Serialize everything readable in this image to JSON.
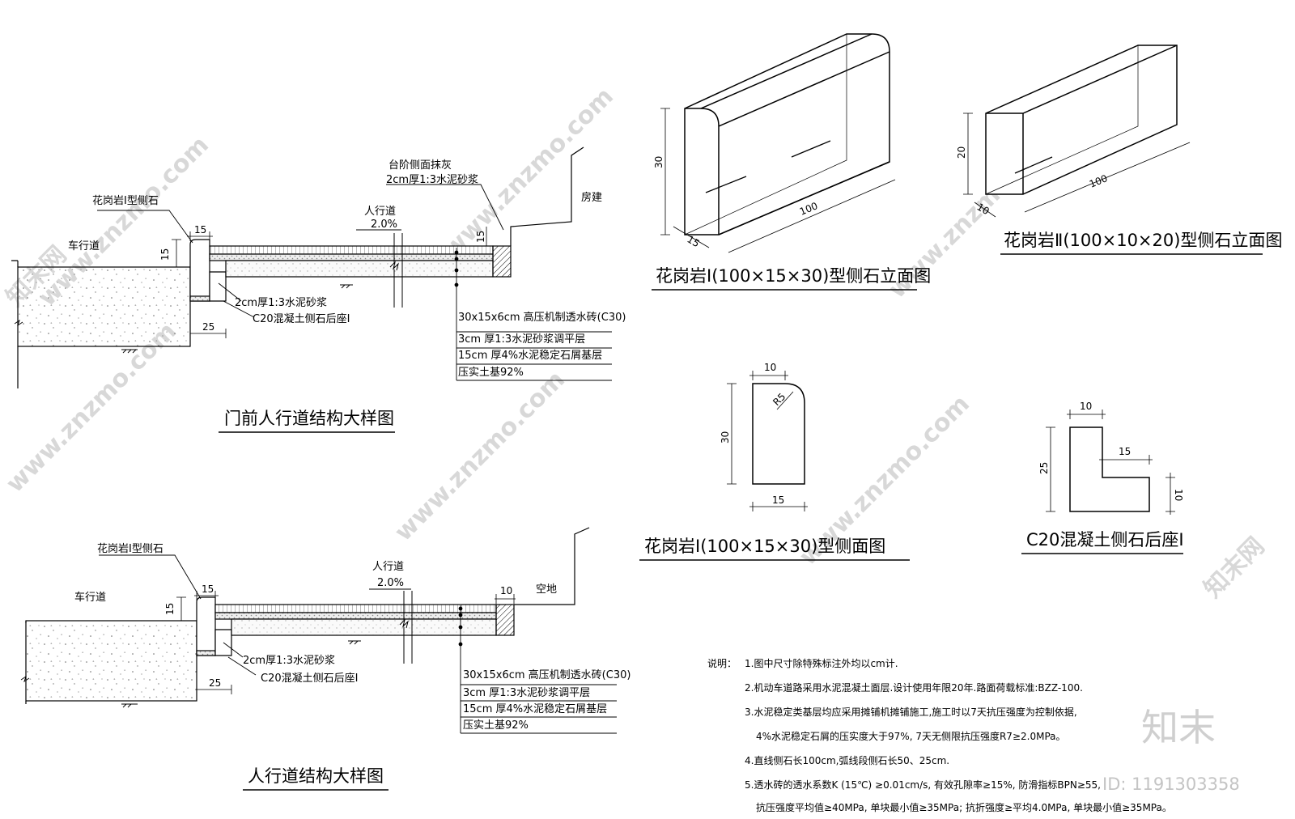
{
  "section1": {
    "title": "门前人行道结构大样图",
    "label_curb": "花岗岩Ⅰ型侧石",
    "label_roadway": "车行道",
    "label_sidewalk": "人行道",
    "slope": "2.0%",
    "label_step_plaster": "台阶侧面抹灰",
    "label_step_mortar": "2cm厚1:3水泥砂浆",
    "label_building": "房建",
    "label_mortar": "2cm厚1:3水泥砂浆",
    "label_backing": "C20混凝土侧石后座Ⅰ",
    "dims": {
      "curb_width": "15",
      "curb_height": "15",
      "backing_width": "25",
      "step_height": "15"
    },
    "layers": [
      "30x15x6cm 高压机制透水砖(C30)",
      "3cm 厚1:3水泥砂浆调平层",
      "15cm 厚4%水泥稳定石屑基层",
      "压实土基92%"
    ]
  },
  "section2": {
    "title": "人行道结构大样图",
    "label_curb": "花岗岩Ⅰ型侧石",
    "label_roadway": "车行道",
    "label_sidewalk": "人行道",
    "slope": "2.0%",
    "label_open_ground": "空地",
    "label_mortar": "2cm厚1:3水泥砂浆",
    "label_backing": "C20混凝土侧石后座Ⅰ",
    "dims": {
      "curb_width": "15",
      "curb_height": "15",
      "backing_width": "25",
      "edge_width": "10"
    },
    "layers": [
      "30x15x6cm 高压机制透水砖(C30)",
      "3cm 厚1:3水泥砂浆调平层",
      "15cm 厚4%水泥稳定石屑基层",
      "压实土基92%"
    ]
  },
  "curb1_elevation": {
    "title": "花岗岩Ⅰ(100×15×30)型侧石立面图",
    "dim_height": "30",
    "dim_length": "100",
    "dim_width": "15"
  },
  "curb2_elevation": {
    "title": "花岗岩Ⅱ(100×10×20)型侧石立面图",
    "dim_height": "20",
    "dim_length": "100",
    "dim_width": "10"
  },
  "curb1_side": {
    "title": "花岗岩Ⅰ(100×15×30)型侧面图",
    "dim_top": "10",
    "dim_radius": "R5",
    "dim_height": "30",
    "dim_bottom": "15"
  },
  "backing": {
    "title": "C20混凝土侧石后座Ⅰ",
    "dim_top": "10",
    "dim_step": "15",
    "dim_height": "25",
    "dim_foot": "10"
  },
  "notes": {
    "heading": "说明：",
    "items": [
      "1.图中尺寸除特殊标注外均以cm计.",
      "2.机动车道路采用水泥混凝土面层.设计使用年限20年.路面荷载标准:BZZ-100.",
      "3.水泥稳定类基层均应采用摊铺机摊铺施工,施工时以7天抗压强度为控制依据,",
      "4%水泥稳定石屑的压实度大于97%, 7天无侧限抗压强度R7≥2.0MPa。",
      "4.直线侧石长100cm,弧线段侧石长50、25cm.",
      "5.透水砖的透水系数K (15℃) ≥0.01cm/s, 有效孔隙率≥15%, 防滑指标BPN≥55,",
      "抗压强度平均值≥40MPa, 单块最小值≥35MPa; 抗折强度≥平均4.0MPa, 单块最小值≥35MPa。"
    ]
  },
  "watermark": {
    "site": "www.znzmo.com",
    "brand_cn": "知末网",
    "logo": "知末",
    "id": "ID: 1191303358"
  }
}
